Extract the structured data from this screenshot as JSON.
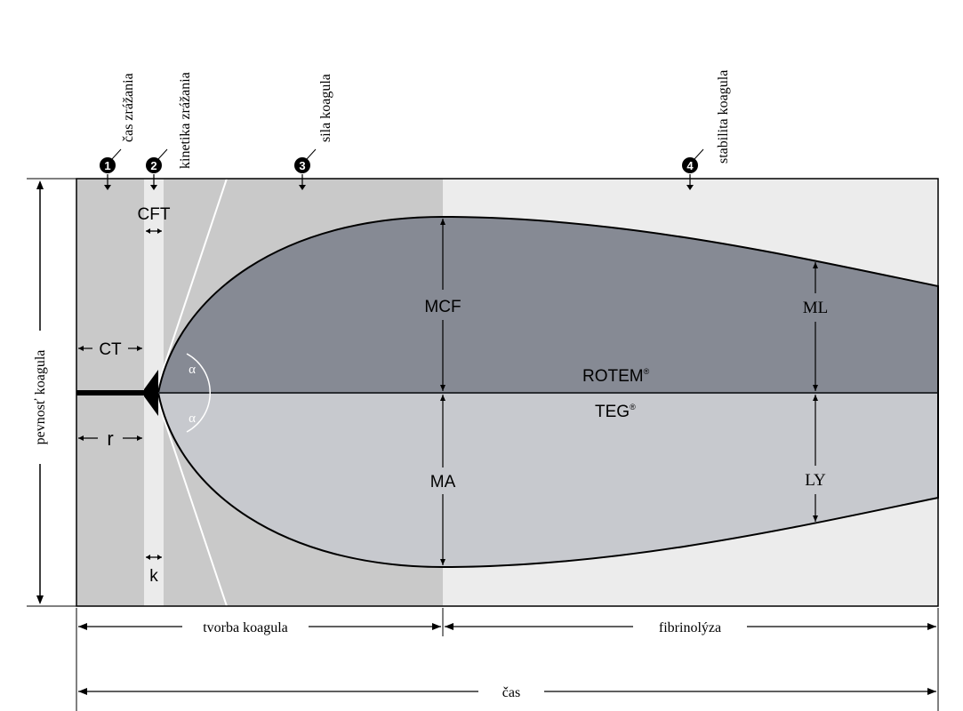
{
  "phases": [
    {
      "number": "1",
      "label": "čas zrážania"
    },
    {
      "number": "2",
      "label": "kinetika zrážania"
    },
    {
      "number": "3",
      "label": "sila koagula"
    },
    {
      "number": "4",
      "label": "stabilita koagula"
    }
  ],
  "labels": {
    "cft": "CFT",
    "ct": "CT",
    "r": "r",
    "k": "k",
    "mcf": "MCF",
    "ma": "MA",
    "ml": "ML",
    "ly": "LY",
    "rotem": "ROTEM",
    "teg": "TEG",
    "registered": "®",
    "alpha": "α"
  },
  "axes": {
    "y_label": "pevnosť koagula",
    "x_label": "čas",
    "segment_left": "tvorba koagula",
    "segment_right": "fibrinolýza"
  },
  "colors": {
    "upper_curve": "#868a94",
    "lower_curve": "#c7c9ce",
    "left_background": "#c9c9c9",
    "right_background": "#ececec",
    "strip": "#ebebeb",
    "line": "#000000"
  }
}
